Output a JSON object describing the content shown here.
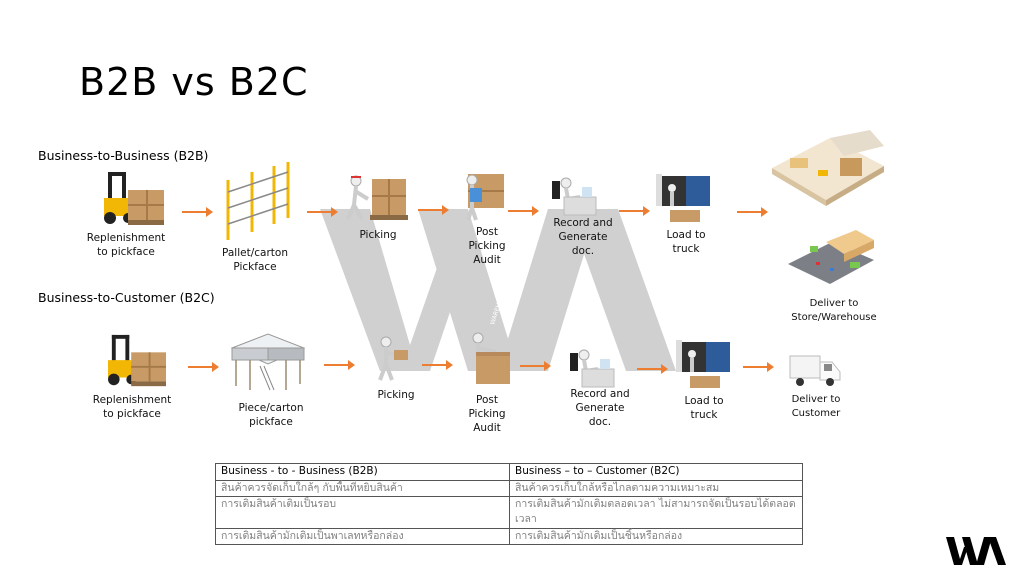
{
  "slide": {
    "title": "B2B vs B2C",
    "accent_color": "#ED7D31"
  },
  "b2b": {
    "heading": "Business-to-Business (B2B)",
    "steps": [
      {
        "icon": "forklift-icon",
        "label_lines": [
          "Replenishment",
          "to pickface"
        ]
      },
      {
        "icon": "pallet-rack-icon",
        "label_lines": [
          "Pallet/carton",
          "Pickface"
        ]
      },
      {
        "icon": "picking-pallet-jack-icon",
        "label_lines": [
          "Picking"
        ]
      },
      {
        "icon": "audit-clipboard-icon",
        "label_lines": [
          "Post",
          "Picking",
          "Audit"
        ]
      },
      {
        "icon": "desk-computer-icon",
        "label_lines": [
          "Record and",
          "Generate",
          "doc."
        ]
      },
      {
        "icon": "truck-loading-icon",
        "label_lines": [
          "Load to",
          "truck"
        ]
      }
    ]
  },
  "b2c": {
    "heading": "Business-to-Customer (B2C)",
    "steps": [
      {
        "icon": "forklift-icon",
        "label_lines": [
          "Replenishment",
          "to pickface"
        ]
      },
      {
        "icon": "mezzanine-icon",
        "label_lines": [
          "Piece/carton",
          "pickface"
        ]
      },
      {
        "icon": "carrying-box-icon",
        "label_lines": [
          "Picking"
        ]
      },
      {
        "icon": "taping-box-icon",
        "label_lines": [
          "Post",
          "Picking",
          "Audit"
        ]
      },
      {
        "icon": "desk-computer-icon",
        "label_lines": [
          "Record and",
          "Generate",
          "doc."
        ]
      },
      {
        "icon": "truck-loading-icon",
        "label_lines": [
          "Load to",
          "truck"
        ]
      },
      {
        "icon": "delivery-van-icon",
        "label_lines": [
          "Deliver to",
          "Customer"
        ]
      }
    ]
  },
  "destination": {
    "icons": [
      "warehouse-isometric-icon",
      "store-parking-icon"
    ],
    "label_lines": [
      "Deliver to",
      "Store/Warehouse"
    ]
  },
  "comparison_table": {
    "headers": [
      "Business - to - Business (B2B)",
      "Business – to – Customer (B2C)"
    ],
    "rows": [
      [
        "สินค้าควรจัดเก็บใกล้ๆ กับพื้นที่หยิบสินค้า",
        "สินค้าควรเก็บใกล้หรือไกลตามความเหมาะสม"
      ],
      [
        "การเติมสินค้าเติมเป็นรอบ",
        "การเติมสินค้ามักเติมตลอดเวลา ไม่สามารถจัดเป็นรอบได้ตลอดเวลา"
      ],
      [
        "การเติมสินค้ามักเติมเป็นพาเลทหรือกล่อง",
        "การเติมสินค้ามักเติมเป็นชิ้นหรือกล่อง"
      ]
    ]
  },
  "watermark": {
    "text": "WM",
    "subtext": "WAREHOUSE MANAGE"
  },
  "logo": {
    "text": "WM"
  }
}
